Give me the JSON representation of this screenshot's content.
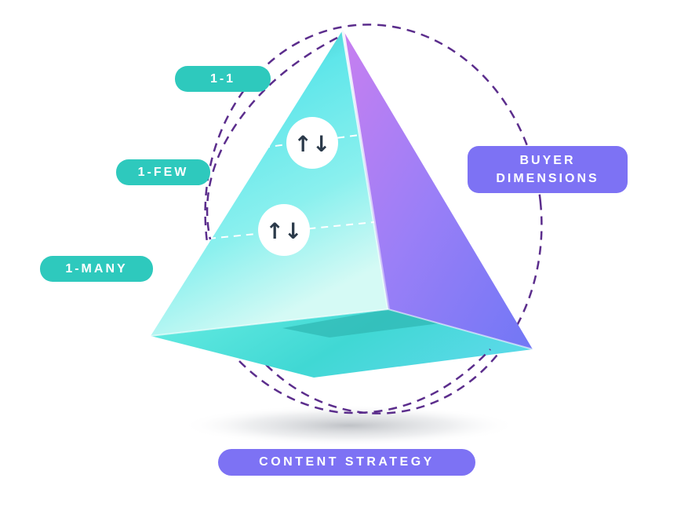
{
  "diagram": {
    "levels": [
      "1-1",
      "1-FEW",
      "1-MANY"
    ],
    "buyer_dimensions": {
      "line1": "BUYER",
      "line2": "DIMENSIONS"
    },
    "content_strategy": "CONTENT STRATEGY",
    "connectors": [
      {
        "icon": "up-down-arrows-icon",
        "glyph": "↑↓"
      },
      {
        "icon": "up-down-arrows-icon",
        "glyph": "↑↓"
      }
    ],
    "colors": {
      "teal": "#2ec9bd",
      "teal_light": "#7ef2ee",
      "purple": "#7d72f4",
      "violet": "#b57bf0",
      "dashed_ellipse": "#5b2d8c",
      "icon_dark": "#2b3a4a"
    }
  }
}
